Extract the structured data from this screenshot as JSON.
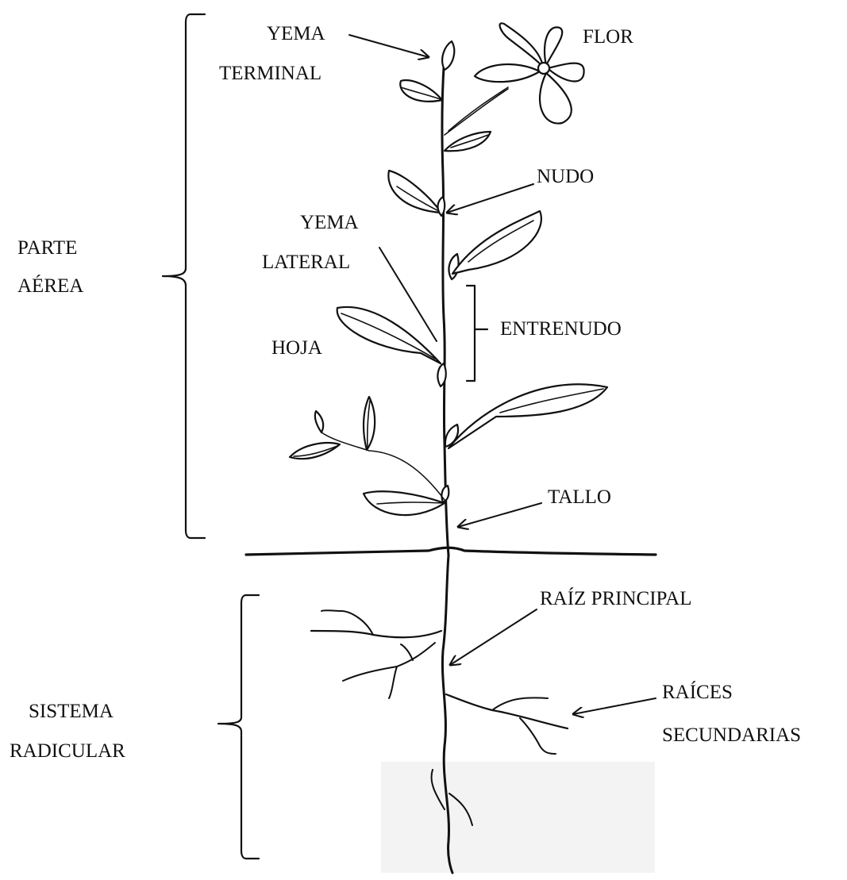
{
  "labels": {
    "yema_terminal_1": "YEMA",
    "yema_terminal_2": "TERMINAL",
    "flor": "FLOR",
    "nudo": "NUDO",
    "yema_lateral_1": "YEMA",
    "yema_lateral_2": "LATERAL",
    "parte_aerea_1": "PARTE",
    "parte_aerea_2": "AÉREA",
    "entrenudo": "ENTRENUDO",
    "hoja": "HOJA",
    "tallo": "TALLO",
    "raiz_principal": "RAÍZ PRINCIPAL",
    "raices_secundarias_1": "RAÍCES",
    "raices_secundarias_2": "SECUNDARIAS",
    "sistema_radicular_1": "SISTEMA",
    "sistema_radicular_2": "RADICULAR"
  },
  "colors": {
    "ink": "#111111",
    "background": "#ffffff"
  }
}
